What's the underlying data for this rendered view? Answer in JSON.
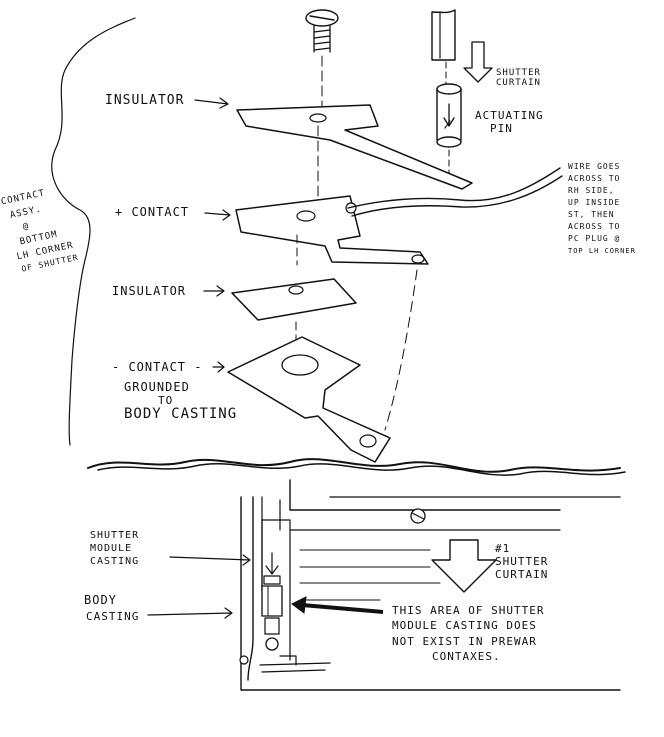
{
  "exploded_view": {
    "labels": {
      "insulator_top": "INSULATOR",
      "shutter_curtain": [
        "SHUTTER",
        "CURTAIN"
      ],
      "actuating_pin": [
        "ACTUATING",
        "PIN"
      ],
      "wire_note": [
        "WIRE GOES",
        "ACROSS TO",
        "RH SIDE,",
        "UP INSIDE",
        "ST, THEN",
        "ACROSS TO",
        "PC PLUG @",
        "TOP LH CORNER"
      ],
      "contact_assy": [
        "CONTACT",
        "ASSY.",
        "@",
        "BOTTOM",
        "LH CORNER",
        "OF SHUTTER"
      ],
      "plus_contact": "+ CONTACT",
      "insulator_mid": "INSULATOR",
      "minus_contact": "- CONTACT -",
      "grounded": [
        "GROUNDED",
        "TO",
        "BODY CASTING"
      ]
    }
  },
  "section_view": {
    "labels": {
      "shutter_module_casting": [
        "SHUTTER",
        "MODULE",
        "CASTING"
      ],
      "body_casting": [
        "BODY",
        "CASTING"
      ],
      "shutter_curtain_1": [
        "#1",
        "SHUTTER",
        "CURTAIN"
      ],
      "note": [
        "THIS AREA OF SHUTTER",
        "MODULE CASTING DOES",
        "NOT EXIST IN PREWAR",
        "CONTAXES."
      ]
    }
  }
}
